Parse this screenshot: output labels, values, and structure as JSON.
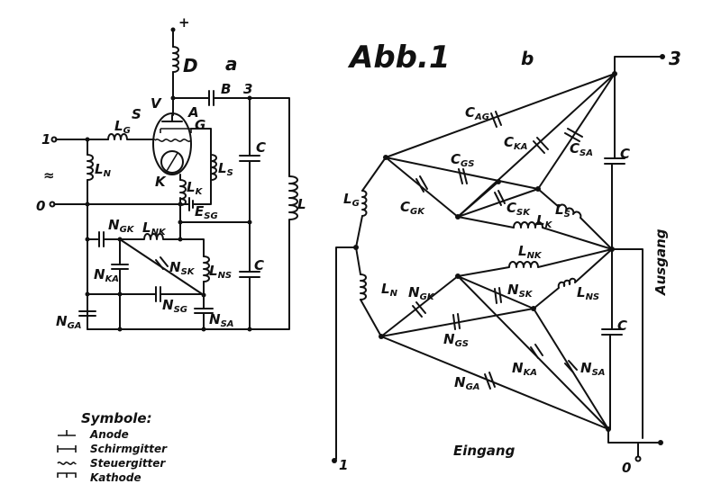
{
  "title": "Abb.1",
  "part_a": {
    "label": "a",
    "terminals": {
      "plus": "+",
      "input": "1",
      "ground": "0",
      "output": "3",
      "ac": "≈"
    },
    "components": {
      "D": "D",
      "B": "B",
      "V": "V",
      "S": "S",
      "A": "A",
      "G": "G",
      "K": "K",
      "LG": {
        "main": "L",
        "sub": "G"
      },
      "LN": {
        "main": "L",
        "sub": "N"
      },
      "LK": {
        "main": "L",
        "sub": "K"
      },
      "LS": {
        "main": "L",
        "sub": "S"
      },
      "ESG": {
        "main": "E",
        "sub": "SG"
      },
      "C1": "C",
      "C2": "C",
      "L": "L",
      "NGK": {
        "main": "N",
        "sub": "GK"
      },
      "LNK": {
        "main": "L",
        "sub": "NK"
      },
      "NSK": {
        "main": "N",
        "sub": "SK"
      },
      "LNS": {
        "main": "L",
        "sub": "NS"
      },
      "NKA": {
        "main": "N",
        "sub": "KA"
      },
      "NSG": {
        "main": "N",
        "sub": "SG"
      },
      "NSA": {
        "main": "N",
        "sub": "SA"
      },
      "NGA": {
        "main": "N",
        "sub": "GA"
      }
    }
  },
  "part_b": {
    "label": "b",
    "terminals": {
      "output": "3",
      "input": "1",
      "ground": "0"
    },
    "components": {
      "CAG": {
        "main": "C",
        "sub": "AG"
      },
      "CKA": {
        "main": "C",
        "sub": "KA"
      },
      "CSA": {
        "main": "C",
        "sub": "SA"
      },
      "CGS": {
        "main": "C",
        "sub": "GS"
      },
      "CGK": {
        "main": "C",
        "sub": "GK"
      },
      "CSK": {
        "main": "C",
        "sub": "SK"
      },
      "LG": {
        "main": "L",
        "sub": "G"
      },
      "LS": {
        "main": "L",
        "sub": "S"
      },
      "LK": {
        "main": "L",
        "sub": "K"
      },
      "LNK": {
        "main": "L",
        "sub": "NK"
      },
      "LN": {
        "main": "L",
        "sub": "N"
      },
      "LNS": {
        "main": "L",
        "sub": "NS"
      },
      "NGK": {
        "main": "N",
        "sub": "GK"
      },
      "NSK": {
        "main": "N",
        "sub": "SK"
      },
      "NGS": {
        "main": "N",
        "sub": "GS"
      },
      "NKA": {
        "main": "N",
        "sub": "KA"
      },
      "NSA": {
        "main": "N",
        "sub": "SA"
      },
      "NGA": {
        "main": "N",
        "sub": "GA"
      },
      "C1": "C",
      "C2": "C"
    },
    "output_label": "Ausgang",
    "input_label": "Eingang"
  },
  "legend": {
    "title": "Symbole:",
    "items": [
      {
        "symbol": "anode",
        "label": "Anode"
      },
      {
        "symbol": "screen-grid",
        "label": "Schirmgitter"
      },
      {
        "symbol": "control-grid",
        "label": "Steuergitter"
      },
      {
        "symbol": "cathode",
        "label": "Kathode"
      }
    ]
  }
}
